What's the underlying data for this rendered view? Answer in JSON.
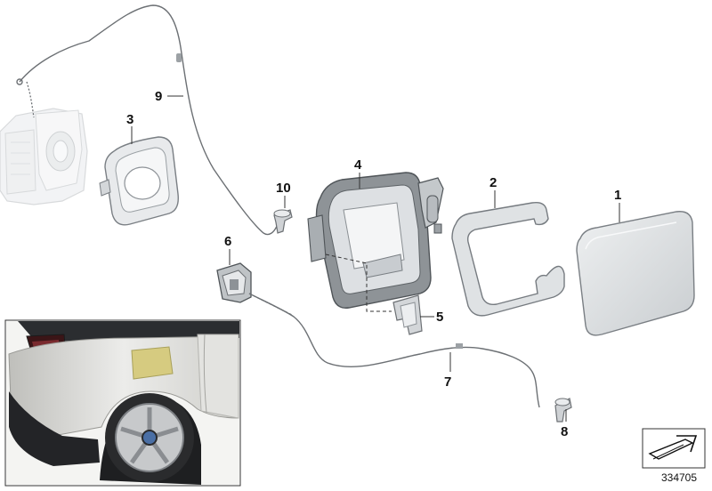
{
  "callouts": {
    "c1": "1",
    "c2": "2",
    "c3": "3",
    "c4": "4",
    "c5": "5",
    "c6": "6",
    "c7": "7",
    "c8": "8",
    "c9": "9",
    "c10": "10"
  },
  "diagram_number": "334705",
  "colors": {
    "part_fill": "#e6e8ea",
    "part_stroke": "#7a7f84",
    "cable": "#6c7074",
    "car_body": "#d9d9d6",
    "flap_inset": "#d6cb80"
  }
}
